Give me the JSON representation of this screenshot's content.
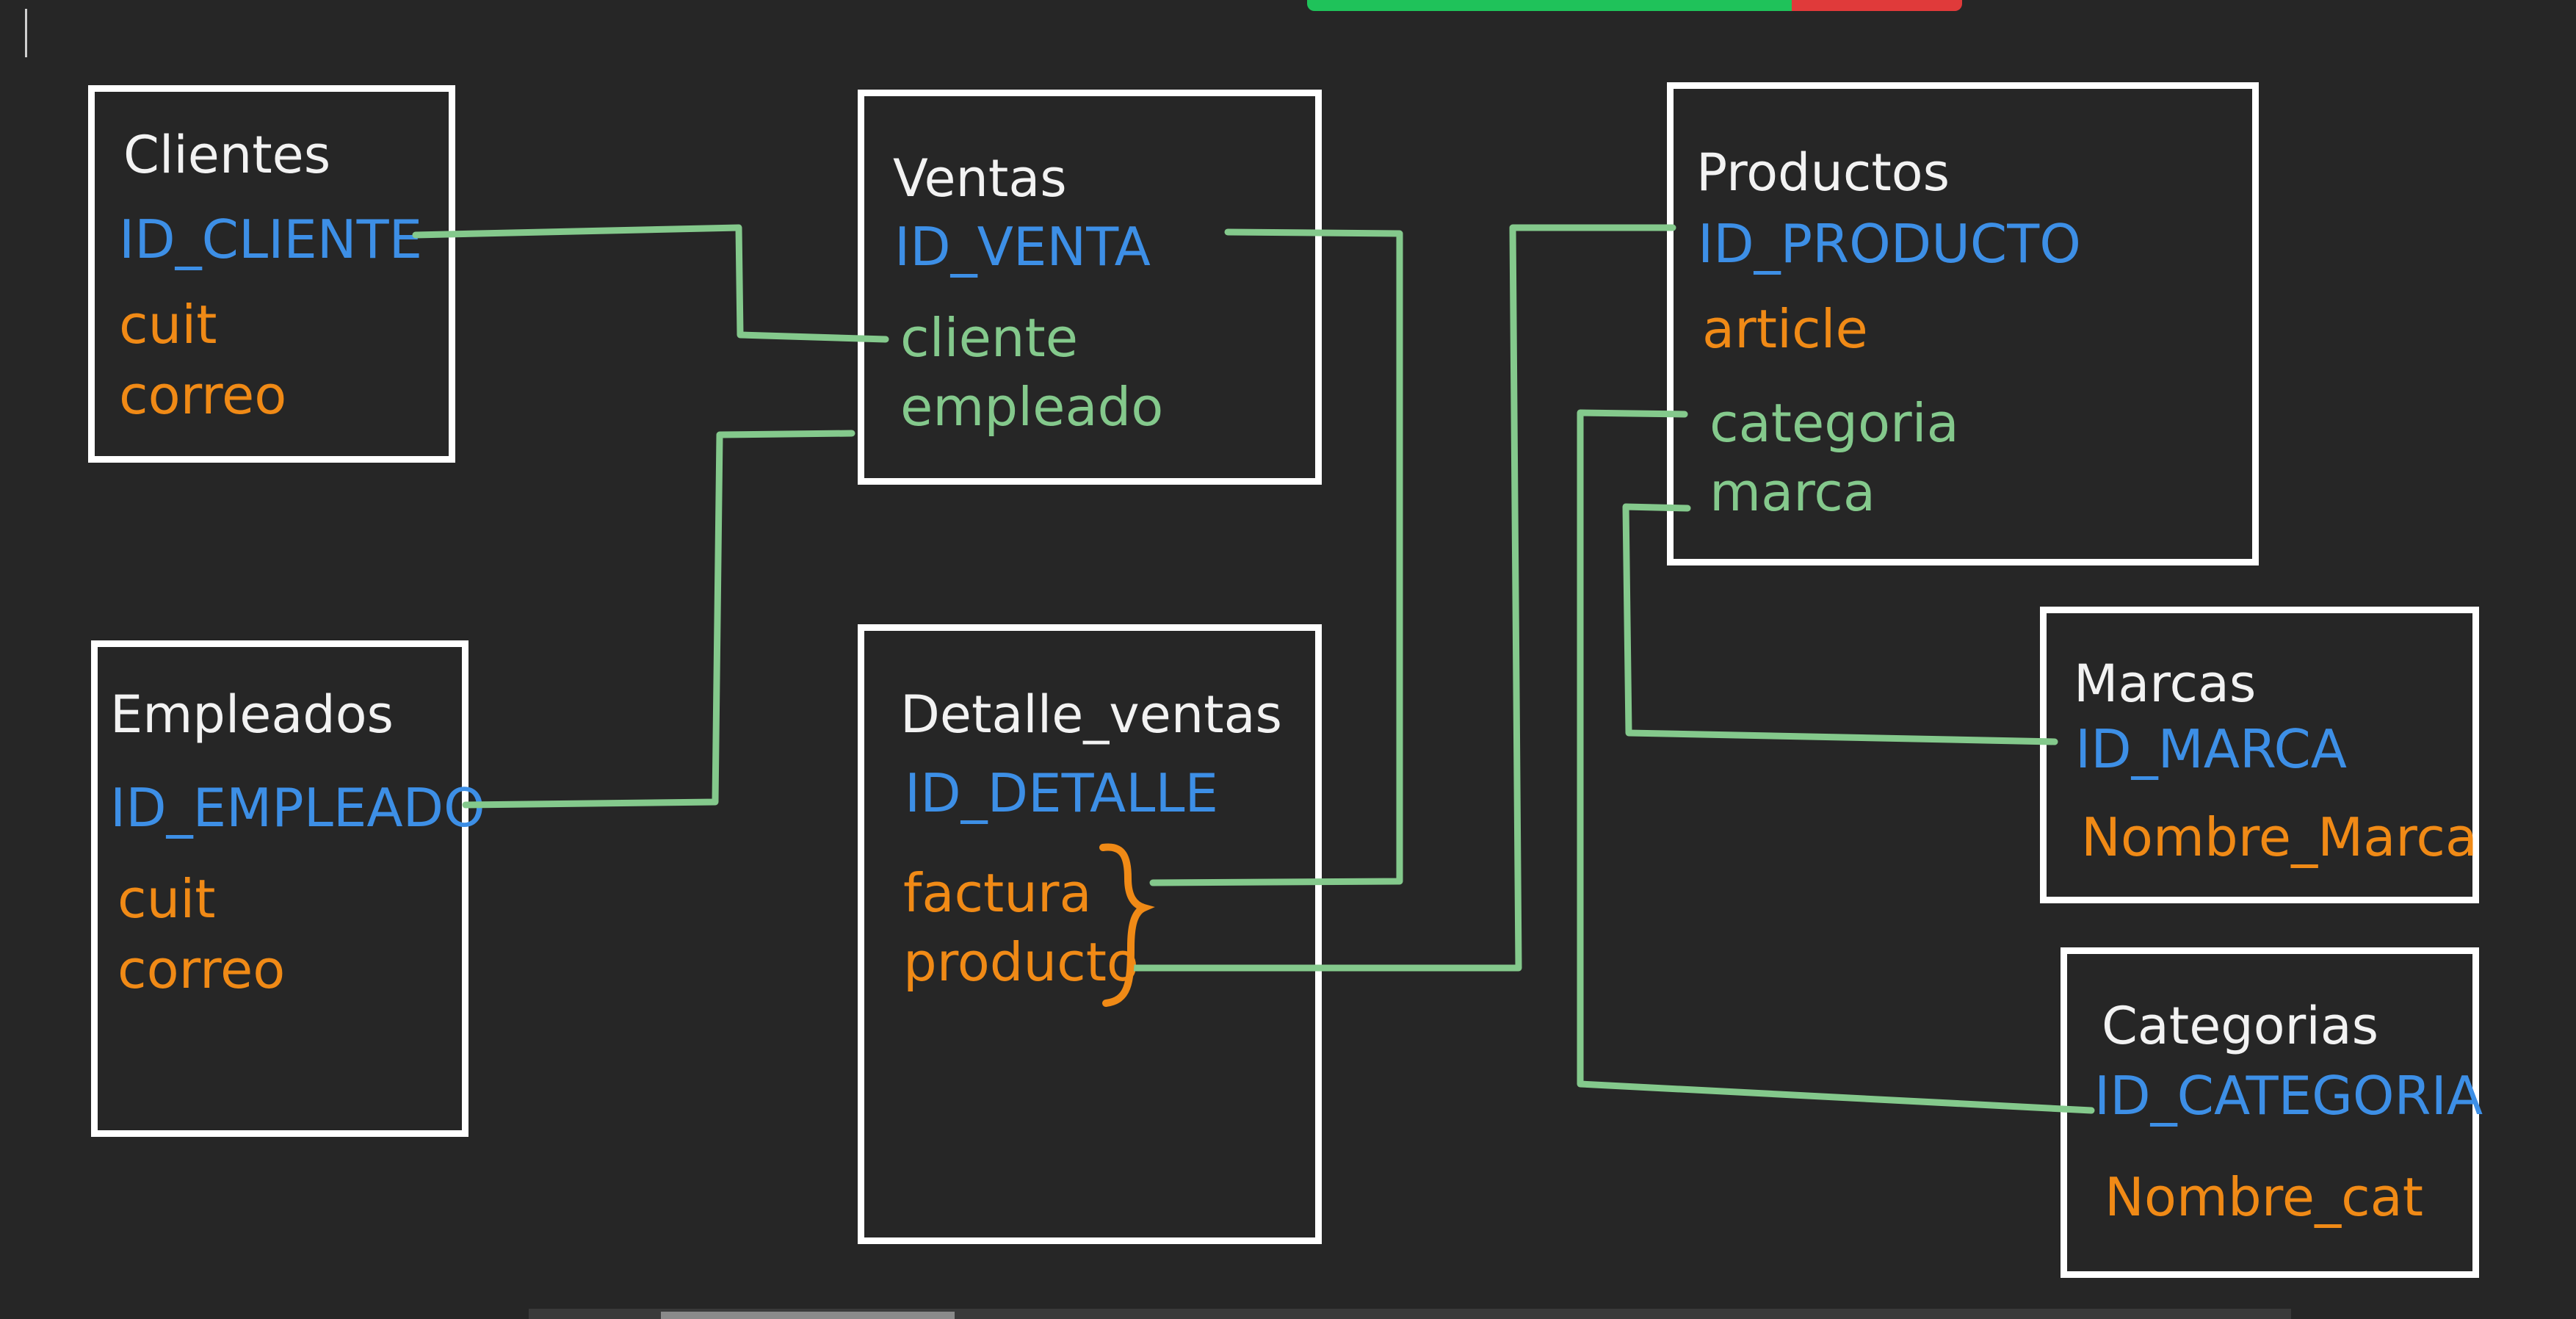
{
  "colors": {
    "background": "#262626",
    "box_border": "#ffffff",
    "title": "#f2f2f2",
    "primary_key": "#3d8fe6",
    "attribute": "#f08a16",
    "foreign_key": "#84c98c",
    "connector": "#84c98c",
    "bracket": "#f08a16"
  },
  "entities": {
    "clientes": {
      "title": "Clientes",
      "pk": "ID_CLIENTE",
      "attr1": "cuit",
      "attr2": "correo"
    },
    "empleados": {
      "title": "Empleados",
      "pk": "ID_EMPLEADO",
      "attr1": "cuit",
      "attr2": "correo"
    },
    "ventas": {
      "title": "Ventas",
      "pk": "ID_VENTA",
      "fk1": "cliente",
      "fk2": "empleado"
    },
    "detalle": {
      "title": "Detalle_ventas",
      "pk": "ID_DETALLE",
      "attr1": "factura",
      "attr2": "producto"
    },
    "productos": {
      "title": "Productos",
      "pk": "ID_PRODUCTO",
      "attr1": "article",
      "fk1": "categoria",
      "fk2": "marca"
    },
    "marcas": {
      "title": "Marcas",
      "pk": "ID_MARCA",
      "attr1": "Nombre_Marca"
    },
    "categorias": {
      "title": "Categorias",
      "pk": "ID_CATEGORIA",
      "attr1": "Nombre_cat"
    }
  }
}
